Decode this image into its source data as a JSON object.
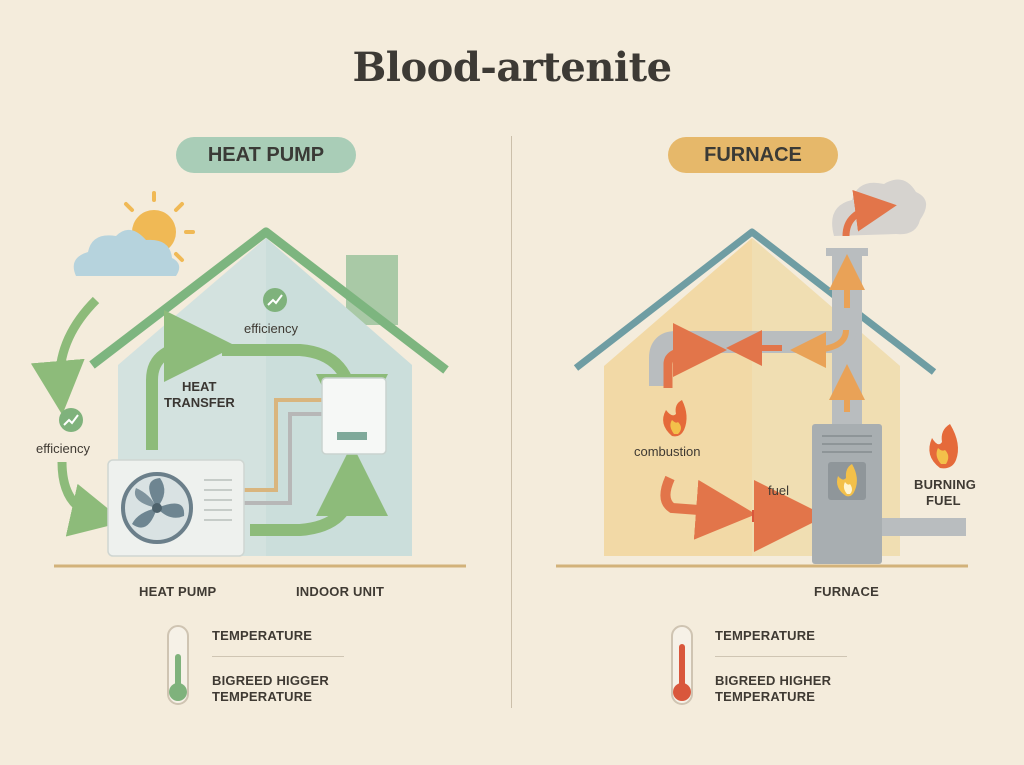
{
  "title": "Blood-artenite",
  "colors": {
    "background": "#f4ecdc",
    "heat_pump_accent": "#a9cdb7",
    "furnace_accent": "#e6b86a",
    "green_arrow": "#8dbb7a",
    "orange_arrow": "#e2754a"
  },
  "heat_pump": {
    "pill": "HEAT PUMP",
    "labels": {
      "efficiency_top": "efficiency",
      "efficiency_side": "efficiency",
      "heat_transfer_line1": "HEAT",
      "heat_transfer_line2": "TRANSFER",
      "heat_pump_unit": "HEAT PUMP",
      "indoor_unit": "INDOOR UNIT"
    },
    "legend": {
      "temperature": "TEMPERATURE",
      "line1": "BIGREED HIGGER",
      "line2": "TEMPERATURE"
    },
    "icons": [
      "sun-icon",
      "cloud-icon",
      "efficiency-chart-icon",
      "fan-icon",
      "thermometer-icon"
    ]
  },
  "furnace": {
    "pill": "FURNACE",
    "labels": {
      "combustion": "combustion",
      "fuel": "fuel",
      "burning_line1": "BURNING",
      "burning_line2": "FUEL",
      "furnace_unit": "FURNACE"
    },
    "legend": {
      "temperature": "TEMPERATURE",
      "line1": "BIGREED HIGHER",
      "line2": "TEMPERATURE"
    },
    "icons": [
      "smoke-icon",
      "flame-icon",
      "thermometer-icon"
    ]
  }
}
